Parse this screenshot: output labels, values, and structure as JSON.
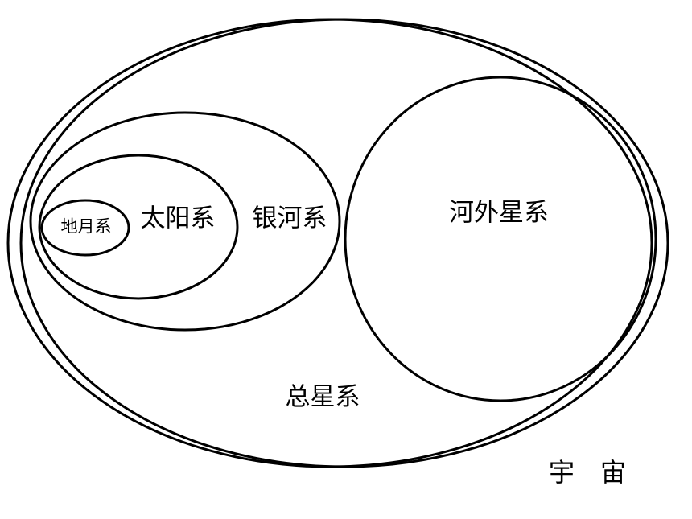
{
  "diagram": {
    "labels": {
      "earth_moon": "地月系",
      "solar": "太阳系",
      "milky_way": "银河系",
      "extragalactic": "河外星系",
      "metagalaxy": "总星系",
      "universe": "宇　宙"
    }
  }
}
